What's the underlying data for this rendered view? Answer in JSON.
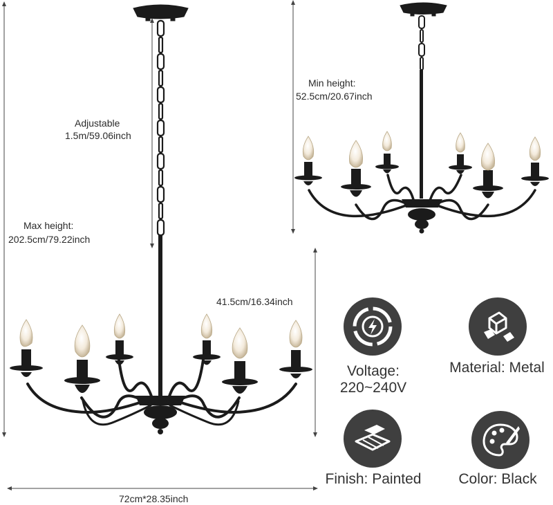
{
  "dimensions": {
    "adjustable_label": "Adjustable",
    "adjustable_value": "1.5m/59.06inch",
    "max_height_label": "Max height:",
    "max_height_value": "202.5cm/79.22inch",
    "min_height_label": "Min height:",
    "min_height_value": "52.5cm/20.67inch",
    "body_height": "41.5cm/16.34inch",
    "width": "72cm*28.35inch"
  },
  "specs": [
    {
      "icon": "lightning-icon",
      "line1": "Voltage:",
      "line2": "220~240V"
    },
    {
      "icon": "metal-ingots-icon",
      "line1": "Material: Metal"
    },
    {
      "icon": "painted-surface-icon",
      "line1": "Finish: Painted"
    },
    {
      "icon": "palette-icon",
      "line1": "Color: Black"
    }
  ],
  "colors": {
    "metal": "#1b1b1b",
    "icon_circle": "#3f3f3f",
    "bulb": "#f4eadb",
    "dimension_line": "#444444"
  }
}
